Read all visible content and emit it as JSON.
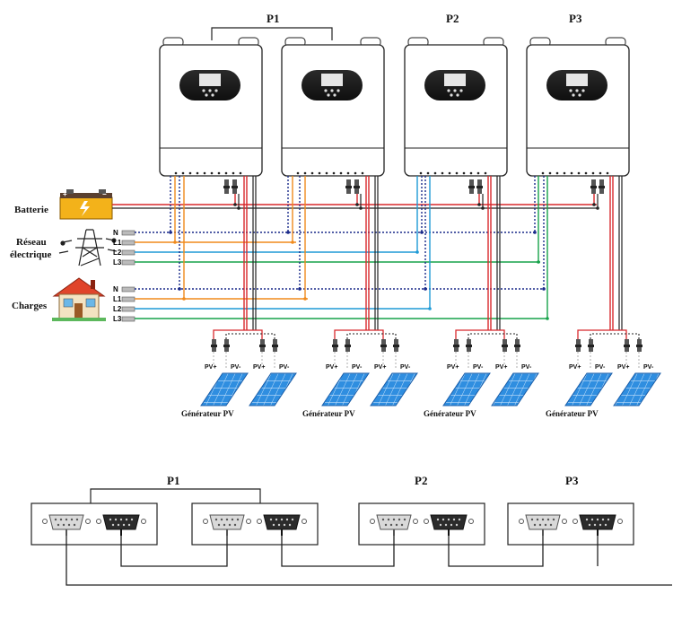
{
  "groups": {
    "p1": "P1",
    "p2": "P2",
    "p3": "P3"
  },
  "labels": {
    "battery": "Batterie",
    "grid_line1": "Réseau",
    "grid_line2": "électrique",
    "loads": "Charges",
    "pv_generator": "Générateur PV",
    "pv_plus": "PV+",
    "pv_minus": "PV-"
  },
  "phases": [
    "N",
    "L1",
    "L2",
    "L3"
  ],
  "colors": {
    "N": "#1a2a8a",
    "L1": "#f08a1c",
    "L2": "#1e9ad6",
    "L3": "#16a24a",
    "positive": "#d8282c",
    "negative": "#222222",
    "panel": "#2b86d6"
  }
}
